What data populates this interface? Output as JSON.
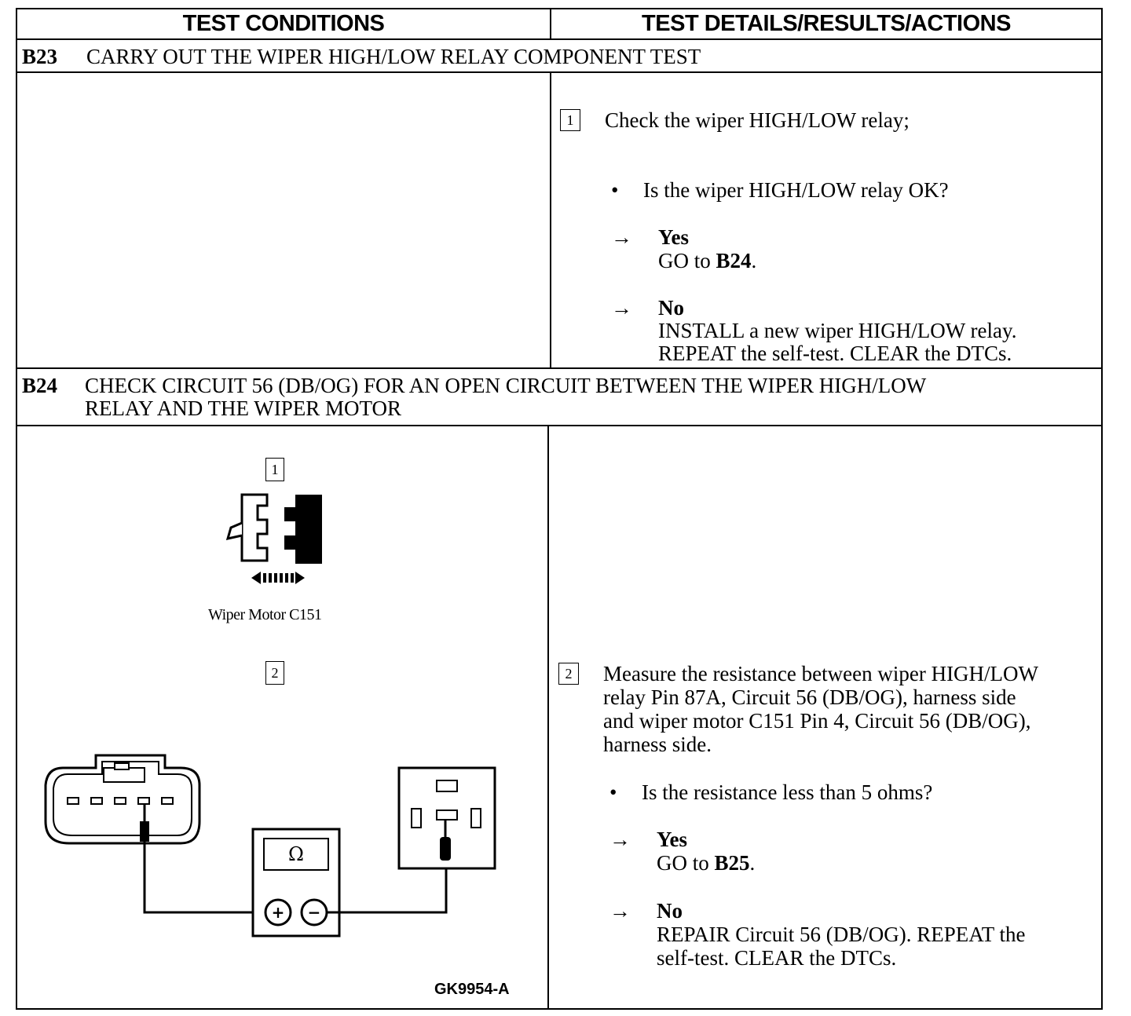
{
  "header": {
    "col1": "TEST CONDITIONS",
    "col2": "TEST DETAILS/RESULTS/ACTIONS"
  },
  "b23": {
    "code": "B23",
    "title": "CARRY OUT THE WIPER HIGH/LOW RELAY COMPONENT TEST",
    "step_num": "1",
    "step_text": "Check the wiper HIGH/LOW relay;",
    "bullet": "•",
    "question": "Is the wiper HIGH/LOW relay OK?",
    "arrow": "→",
    "yes_label": "Yes",
    "yes_go": "GO to",
    "yes_ref": "B24",
    "yes_end": ".",
    "no_label": "No",
    "no_line1": "INSTALL a new wiper HIGH/LOW relay.",
    "no_line2": "REPEAT the self-test. CLEAR the DTCs."
  },
  "b24": {
    "code": "B24",
    "title_line1": "CHECK CIRCUIT 56 (DB/OG) FOR AN OPEN CIRCUIT BETWEEN THE WIPER HIGH/LOW",
    "title_line2": "RELAY AND THE WIPER MOTOR",
    "fig_step1": "1",
    "fig_step2": "2",
    "connector_label": "Wiper Motor C151",
    "meter_symbol": "Ω",
    "plus": "+",
    "minus": "−",
    "figure_id": "GK9954-A",
    "step_num": "2",
    "step_line1": "Measure the resistance between wiper HIGH/LOW",
    "step_line2": "relay Pin 87A, Circuit 56 (DB/OG), harness side",
    "step_line3": "and wiper motor C151 Pin 4, Circuit 56 (DB/OG),",
    "step_line4": "harness side.",
    "bullet": "•",
    "question": "Is the resistance less than 5 ohms?",
    "arrow": "→",
    "yes_label": "Yes",
    "yes_go": "GO to",
    "yes_ref": "B25",
    "yes_end": ".",
    "no_label": "No",
    "no_line1": "REPAIR Circuit 56 (DB/OG). REPEAT the",
    "no_line2": "self-test. CLEAR the DTCs."
  }
}
